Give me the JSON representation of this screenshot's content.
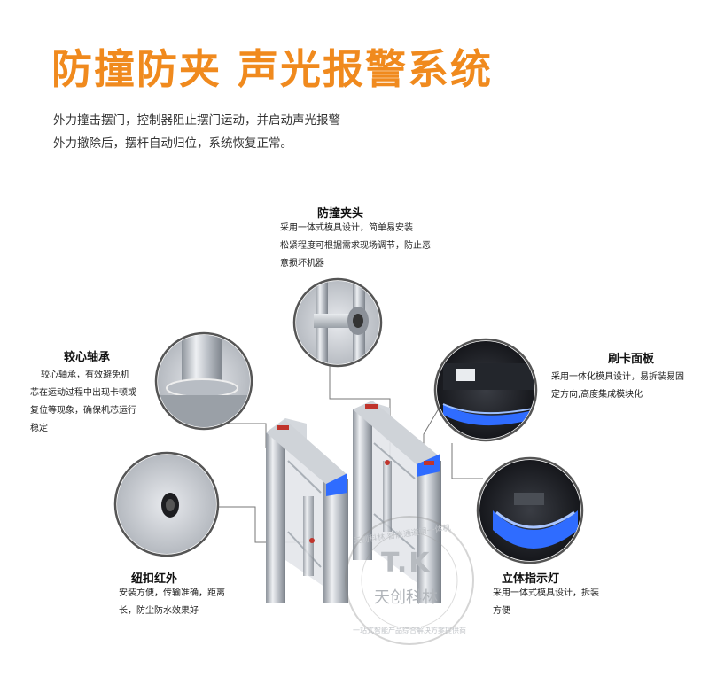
{
  "header": {
    "title": "防撞防夹 声光报警系统",
    "intro_line1": "外力撞击摆门，控制器阻止摆门运动，并启动声光报警",
    "intro_line2": "外力撤除后，摆杆自动归位，系统恢复正常。"
  },
  "features": {
    "anti_pinch": {
      "title": "防撞夹头",
      "desc1": "采用一体式模具设计，简单易安装",
      "desc2": "松紧程度可根据需求现场调节，防止恶",
      "desc3": "意损坏机器"
    },
    "bearing": {
      "title": "较心轴承",
      "desc1": "较心轴承，有效避免机",
      "desc2": "芯在运动过程中出现卡顿或",
      "desc3": "复位等现象，确保机芯运行",
      "desc4": "稳定"
    },
    "card_panel": {
      "title": "刷卡面板",
      "desc1": "采用一体化模具设计，易拆装易固",
      "desc2": "定方向,高度集成模块化"
    },
    "infrared": {
      "title": "纽扣红外",
      "desc1": "安装方便，传输准确，距离",
      "desc2": "长，防尘防水效果好"
    },
    "indicator": {
      "title": "立体指示灯",
      "desc1": "采用一体式模具设计，拆装",
      "desc2": "方便"
    }
  },
  "watermark": {
    "logo": "T.K",
    "name": "天创科林",
    "arc_top": "天创科林·智能通道闸一体机",
    "arc_bottom": "一站式智能产品综合解决方案提供商"
  },
  "colors": {
    "title_orange": "#f08a1e",
    "indicator_blue": "#2f6cff",
    "steel": "#c8ccd2"
  }
}
